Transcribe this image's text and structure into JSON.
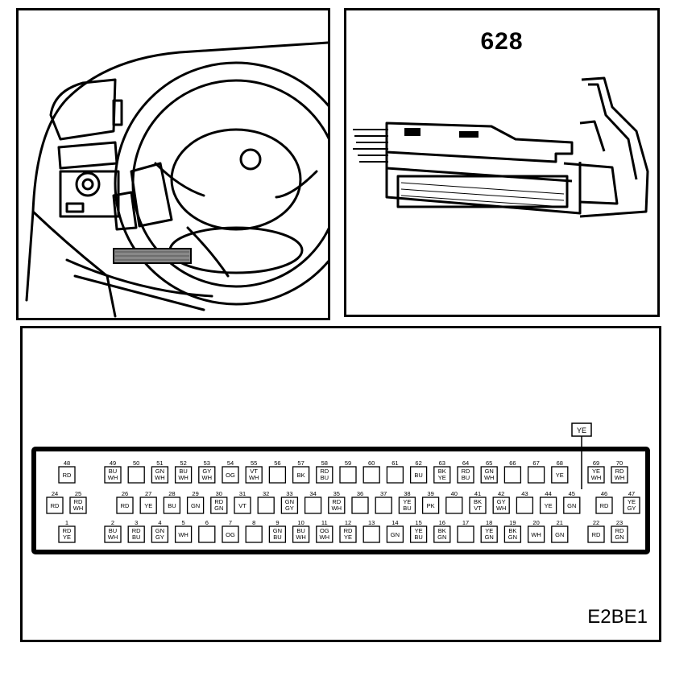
{
  "figure": {
    "component_id": "628",
    "figure_code": "E2BE1",
    "callout_color": "YE"
  },
  "rows": [
    {
      "name": "top",
      "pins": [
        {
          "num": "48",
          "col": [
            "RD"
          ]
        },
        {
          "num": "49",
          "col": [
            "BU",
            "WH"
          ]
        },
        {
          "num": "50",
          "col": []
        },
        {
          "num": "51",
          "col": [
            "GN",
            "WH"
          ]
        },
        {
          "num": "52",
          "col": [
            "BU",
            "WH"
          ]
        },
        {
          "num": "53",
          "col": [
            "GY",
            "WH"
          ]
        },
        {
          "num": "54",
          "col": [
            "OG"
          ]
        },
        {
          "num": "55",
          "col": [
            "VT",
            "WH"
          ]
        },
        {
          "num": "56",
          "col": []
        },
        {
          "num": "57",
          "col": [
            "BK"
          ]
        },
        {
          "num": "58",
          "col": [
            "RD",
            "BU"
          ]
        },
        {
          "num": "59",
          "col": []
        },
        {
          "num": "60",
          "col": []
        },
        {
          "num": "61",
          "col": []
        },
        {
          "num": "62",
          "col": [
            "BU"
          ]
        },
        {
          "num": "63",
          "col": [
            "BK",
            "YE"
          ]
        },
        {
          "num": "64",
          "col": [
            "RD",
            "BU"
          ]
        },
        {
          "num": "65",
          "col": [
            "GN",
            "WH"
          ]
        },
        {
          "num": "66",
          "col": []
        },
        {
          "num": "67",
          "col": []
        },
        {
          "num": "68",
          "col": [
            "YE"
          ]
        },
        {
          "num": "69",
          "col": [
            "YE",
            "WH"
          ]
        },
        {
          "num": "70",
          "col": [
            "RD",
            "WH"
          ]
        }
      ]
    },
    {
      "name": "middle",
      "pins": [
        {
          "num": "24",
          "col": [
            "RD"
          ]
        },
        {
          "num": "25",
          "col": [
            "RD",
            "WH"
          ]
        },
        {
          "num": "26",
          "col": [
            "RD"
          ]
        },
        {
          "num": "27",
          "col": [
            "YE"
          ]
        },
        {
          "num": "28",
          "col": [
            "BU"
          ]
        },
        {
          "num": "29",
          "col": [
            "GN"
          ]
        },
        {
          "num": "30",
          "col": [
            "RD",
            "GN"
          ]
        },
        {
          "num": "31",
          "col": [
            "VT"
          ]
        },
        {
          "num": "32",
          "col": []
        },
        {
          "num": "33",
          "col": [
            "GN",
            "GY"
          ]
        },
        {
          "num": "34",
          "col": []
        },
        {
          "num": "35",
          "col": [
            "RD",
            "WH"
          ]
        },
        {
          "num": "36",
          "col": []
        },
        {
          "num": "37",
          "col": []
        },
        {
          "num": "38",
          "col": [
            "YE",
            "BU"
          ]
        },
        {
          "num": "39",
          "col": [
            "PK"
          ]
        },
        {
          "num": "40",
          "col": []
        },
        {
          "num": "41",
          "col": [
            "BK",
            "VT"
          ]
        },
        {
          "num": "42",
          "col": [
            "GY",
            "WH"
          ]
        },
        {
          "num": "43",
          "col": []
        },
        {
          "num": "44",
          "col": [
            "YE"
          ]
        },
        {
          "num": "45",
          "col": [
            "GN"
          ]
        },
        {
          "num": "46",
          "col": [
            "RD"
          ]
        },
        {
          "num": "47",
          "col": [
            "YE",
            "GY"
          ]
        }
      ]
    },
    {
      "name": "bottom",
      "pins": [
        {
          "num": "1",
          "col": [
            "RD",
            "YE"
          ]
        },
        {
          "num": "2",
          "col": [
            "BU",
            "WH"
          ]
        },
        {
          "num": "3",
          "col": [
            "RD",
            "BU"
          ]
        },
        {
          "num": "4",
          "col": [
            "GN",
            "GY"
          ]
        },
        {
          "num": "5",
          "col": [
            "WH"
          ]
        },
        {
          "num": "6",
          "col": []
        },
        {
          "num": "7",
          "col": [
            "OG"
          ]
        },
        {
          "num": "8",
          "col": []
        },
        {
          "num": "9",
          "col": [
            "GN",
            "BU"
          ]
        },
        {
          "num": "10",
          "col": [
            "BU",
            "WH"
          ]
        },
        {
          "num": "11",
          "col": [
            "OG",
            "WH"
          ]
        },
        {
          "num": "12",
          "col": [
            "RD",
            "YE"
          ]
        },
        {
          "num": "13",
          "col": []
        },
        {
          "num": "14",
          "col": [
            "GN"
          ]
        },
        {
          "num": "15",
          "col": [
            "YE",
            "BU"
          ]
        },
        {
          "num": "16",
          "col": [
            "BK",
            "GN"
          ]
        },
        {
          "num": "17",
          "col": []
        },
        {
          "num": "18",
          "col": [
            "YE",
            "GN"
          ]
        },
        {
          "num": "19",
          "col": [
            "BK",
            "GN"
          ]
        },
        {
          "num": "20",
          "col": [
            "WH"
          ]
        },
        {
          "num": "21",
          "col": [
            "GN"
          ]
        },
        {
          "num": "22",
          "col": [
            "RD"
          ]
        },
        {
          "num": "23",
          "col": [
            "RD",
            "GN"
          ]
        }
      ]
    }
  ]
}
